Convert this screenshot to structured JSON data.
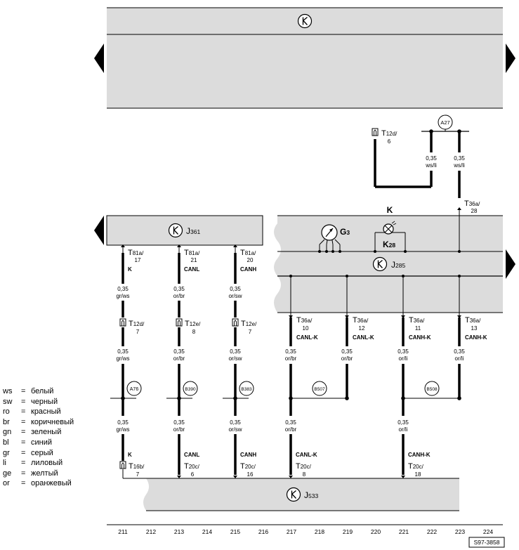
{
  "top_module": {
    "symbol": "K"
  },
  "modules": {
    "j361": {
      "symbol": "K",
      "label": "J",
      "sub": "361"
    },
    "j285": {
      "symbol": "K",
      "label": "J",
      "sub": "285"
    },
    "j533": {
      "symbol": "K",
      "label": "J",
      "sub": "533"
    }
  },
  "components": {
    "g3": {
      "label": "G",
      "sub": "3"
    },
    "k28": {
      "label": "K",
      "sub": "28"
    },
    "k_top": "K"
  },
  "nodes": [
    "A27",
    "A76",
    "B390",
    "B383",
    "B507",
    "B508"
  ],
  "connectors": {
    "t12d_6": {
      "main": "T",
      "sub": "12d/",
      "pin": "6"
    },
    "t36a_28": {
      "main": "T",
      "sub": "36a/",
      "pin": "28"
    },
    "t81a_17": {
      "main": "T",
      "sub": "81a/",
      "pin": "17"
    },
    "t81a_21": {
      "main": "T",
      "sub": "81a/",
      "pin": "21"
    },
    "t81a_20": {
      "main": "T",
      "sub": "81a/",
      "pin": "20"
    },
    "t12d_7": {
      "main": "T",
      "sub": "12d/",
      "pin": "7"
    },
    "t12e_8": {
      "main": "T",
      "sub": "12e/",
      "pin": "8"
    },
    "t12e_7": {
      "main": "T",
      "sub": "12e/",
      "pin": "7"
    },
    "t36a_10": {
      "main": "T",
      "sub": "36a/",
      "pin": "10"
    },
    "t36a_12": {
      "main": "T",
      "sub": "36a/",
      "pin": "12"
    },
    "t36a_11": {
      "main": "T",
      "sub": "36a/",
      "pin": "11"
    },
    "t36a_13": {
      "main": "T",
      "sub": "36a/",
      "pin": "13"
    },
    "t16b_7": {
      "main": "T",
      "sub": "16b/",
      "pin": "7"
    },
    "t20c_6": {
      "main": "T",
      "sub": "20c/",
      "pin": "6"
    },
    "t20c_16": {
      "main": "T",
      "sub": "20c/",
      "pin": "16"
    },
    "t20c_8": {
      "main": "T",
      "sub": "20c/",
      "pin": "8"
    },
    "t20c_18": {
      "main": "T",
      "sub": "20c/",
      "pin": "18"
    }
  },
  "signals": {
    "k": "K",
    "canl": "CANL",
    "canh": "CANH",
    "canl_k": "CANL-K",
    "canh_k": "CANH-K"
  },
  "wires": {
    "size": "0,35",
    "ws_li": "ws/li",
    "gr_ws": "gr/ws",
    "or_br": "or/br",
    "or_sw": "or/sw",
    "or_li": "or/li"
  },
  "current_tracks": [
    "211",
    "212",
    "213",
    "214",
    "215",
    "216",
    "217",
    "218",
    "219",
    "220",
    "221",
    "222",
    "223",
    "224"
  ],
  "figure_id": "S97-3858",
  "legend": [
    {
      "code": "ws",
      "name": "белый"
    },
    {
      "code": "sw",
      "name": "черный"
    },
    {
      "code": "ro",
      "name": "красный"
    },
    {
      "code": "br",
      "name": "коричневый"
    },
    {
      "code": "gn",
      "name": "зеленый"
    },
    {
      "code": "bl",
      "name": "синий"
    },
    {
      "code": "gr",
      "name": "серый"
    },
    {
      "code": "li",
      "name": "лиловый"
    },
    {
      "code": "ge",
      "name": "желтый"
    },
    {
      "code": "or",
      "name": "оранжевый"
    }
  ],
  "colors": {
    "module_fill": "#dcdcdc",
    "wire": "#000000",
    "border": "#000000"
  }
}
